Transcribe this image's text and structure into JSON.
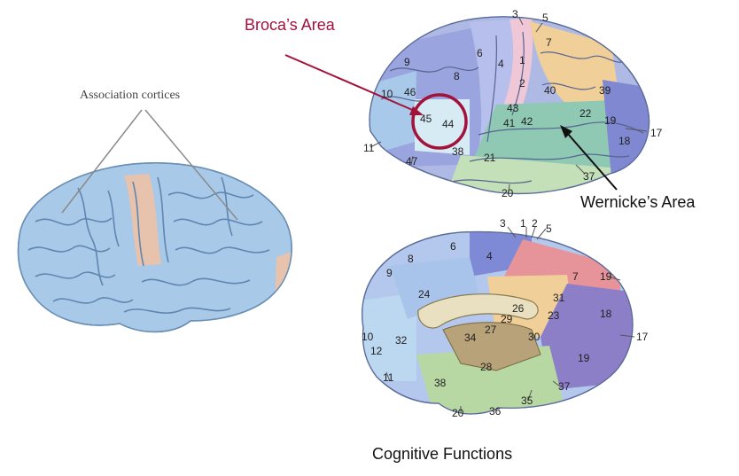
{
  "labels": {
    "broca": "Broca’s Area",
    "wernicke": "Wernicke’s Area",
    "association": "Association cortices",
    "caption": "Cognitive Functions"
  },
  "lateral_areas": [
    "3",
    "5",
    "7",
    "1",
    "6",
    "4",
    "9",
    "8",
    "2",
    "40",
    "10",
    "46",
    "39",
    "43",
    "22",
    "45",
    "44",
    "41",
    "42",
    "19",
    "18",
    "17",
    "11",
    "38",
    "21",
    "47",
    "37",
    "20"
  ],
  "medial_areas": [
    "3",
    "1",
    "2",
    "5",
    "6",
    "4",
    "8",
    "9",
    "19",
    "7",
    "24",
    "31",
    "26",
    "29",
    "23",
    "18",
    "10",
    "32",
    "34",
    "27",
    "30",
    "17",
    "12",
    "28",
    "19",
    "11",
    "38",
    "37",
    "35",
    "20",
    "36"
  ],
  "colors": {
    "broca_red": "#a3123a",
    "association_blue": "#a9c9e8",
    "association_pink": "#e7c2ad",
    "temporal_green": "#8fc9b4",
    "parietal_orange": "#f1cf98"
  }
}
